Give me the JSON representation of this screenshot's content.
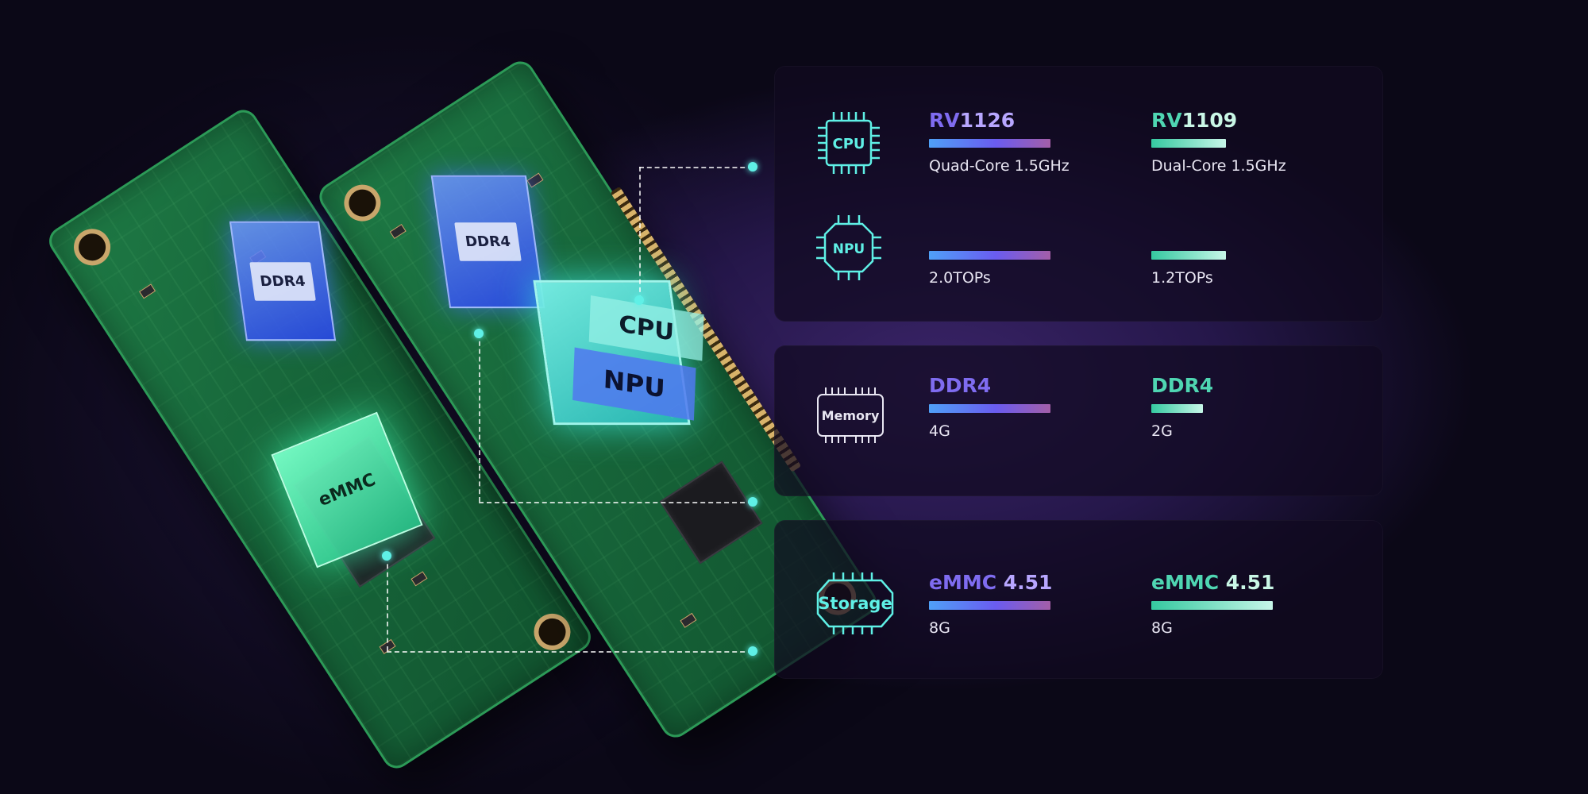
{
  "board_labels": {
    "ddr_left": "DDR4",
    "ddr_right": "DDR4",
    "soc_cpu": "CPU",
    "soc_npu": "NPU",
    "emmc": "eMMC"
  },
  "specs": {
    "cpu": {
      "icon_label": "CPU",
      "a": {
        "prefix": "RV",
        "suffix": "1126",
        "value": "Quad-Core 1.5GHz",
        "bar": 0.9
      },
      "b": {
        "prefix": "RV",
        "suffix": "1109",
        "value": "Dual-Core 1.5GHz",
        "bar": 0.55
      }
    },
    "npu": {
      "icon_label": "NPU",
      "a": {
        "value": "2.0TOPs",
        "bar": 0.9
      },
      "b": {
        "value": "1.2TOPs",
        "bar": 0.55
      }
    },
    "memory": {
      "icon_label": "Memory",
      "a": {
        "prefix": "DDR",
        "suffix": "4",
        "value": "4G",
        "bar": 0.9
      },
      "b": {
        "prefix": "DDR",
        "suffix": "4",
        "value": "2G",
        "bar": 0.38
      }
    },
    "storage": {
      "icon_label": "Storage",
      "a": {
        "prefix": "eMMC",
        "suffix": " 4.51",
        "value": "8G",
        "bar": 0.9
      },
      "b": {
        "prefix": "eMMC",
        "suffix": " 4.51",
        "value": "8G",
        "bar": 0.9
      }
    }
  },
  "colors": {
    "accent_a": "#7f6cf0",
    "accent_b": "#4fd6b2",
    "icon_line": "#5ff0e6",
    "background": "#0b0817"
  }
}
